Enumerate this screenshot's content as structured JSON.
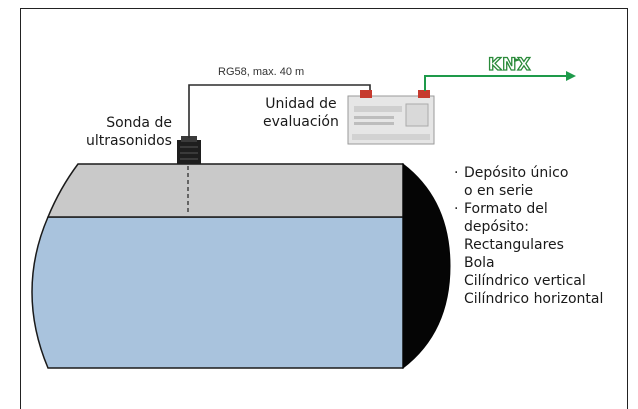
{
  "labels": {
    "cable": "RG58, max. 40 m",
    "probe_line1": "Sonda de",
    "probe_line2": "ultrasonidos",
    "eval_line1": "Unidad de",
    "eval_line2": "evaluación",
    "knx_logo": "KNX"
  },
  "features": [
    {
      "type": "bullet",
      "text": "Depósito único"
    },
    {
      "type": "cont",
      "text": "o en serie"
    },
    {
      "type": "bullet",
      "text": "Formato del"
    },
    {
      "type": "cont",
      "text": "depósito:"
    },
    {
      "type": "sub",
      "text": "Rectangulares"
    },
    {
      "type": "sub",
      "text": "Bola"
    },
    {
      "type": "sub",
      "text": "Cilíndrico vertical"
    },
    {
      "type": "sub",
      "text": "Cilíndrico horizontal"
    }
  ],
  "bullet_char": "·",
  "colors": {
    "liquid": "#a9c3dd",
    "headspace": "#c9c9c9",
    "tank_end": "#050505",
    "cable": "#2b2b2b",
    "knx_green": "#1e9a4a",
    "device": "#e6e6e6"
  },
  "icons": {
    "probe": "ultrasonic-probe-icon",
    "device": "din-rail-module-icon",
    "arrow": "arrow-right-icon",
    "logo": "knx-logo"
  }
}
